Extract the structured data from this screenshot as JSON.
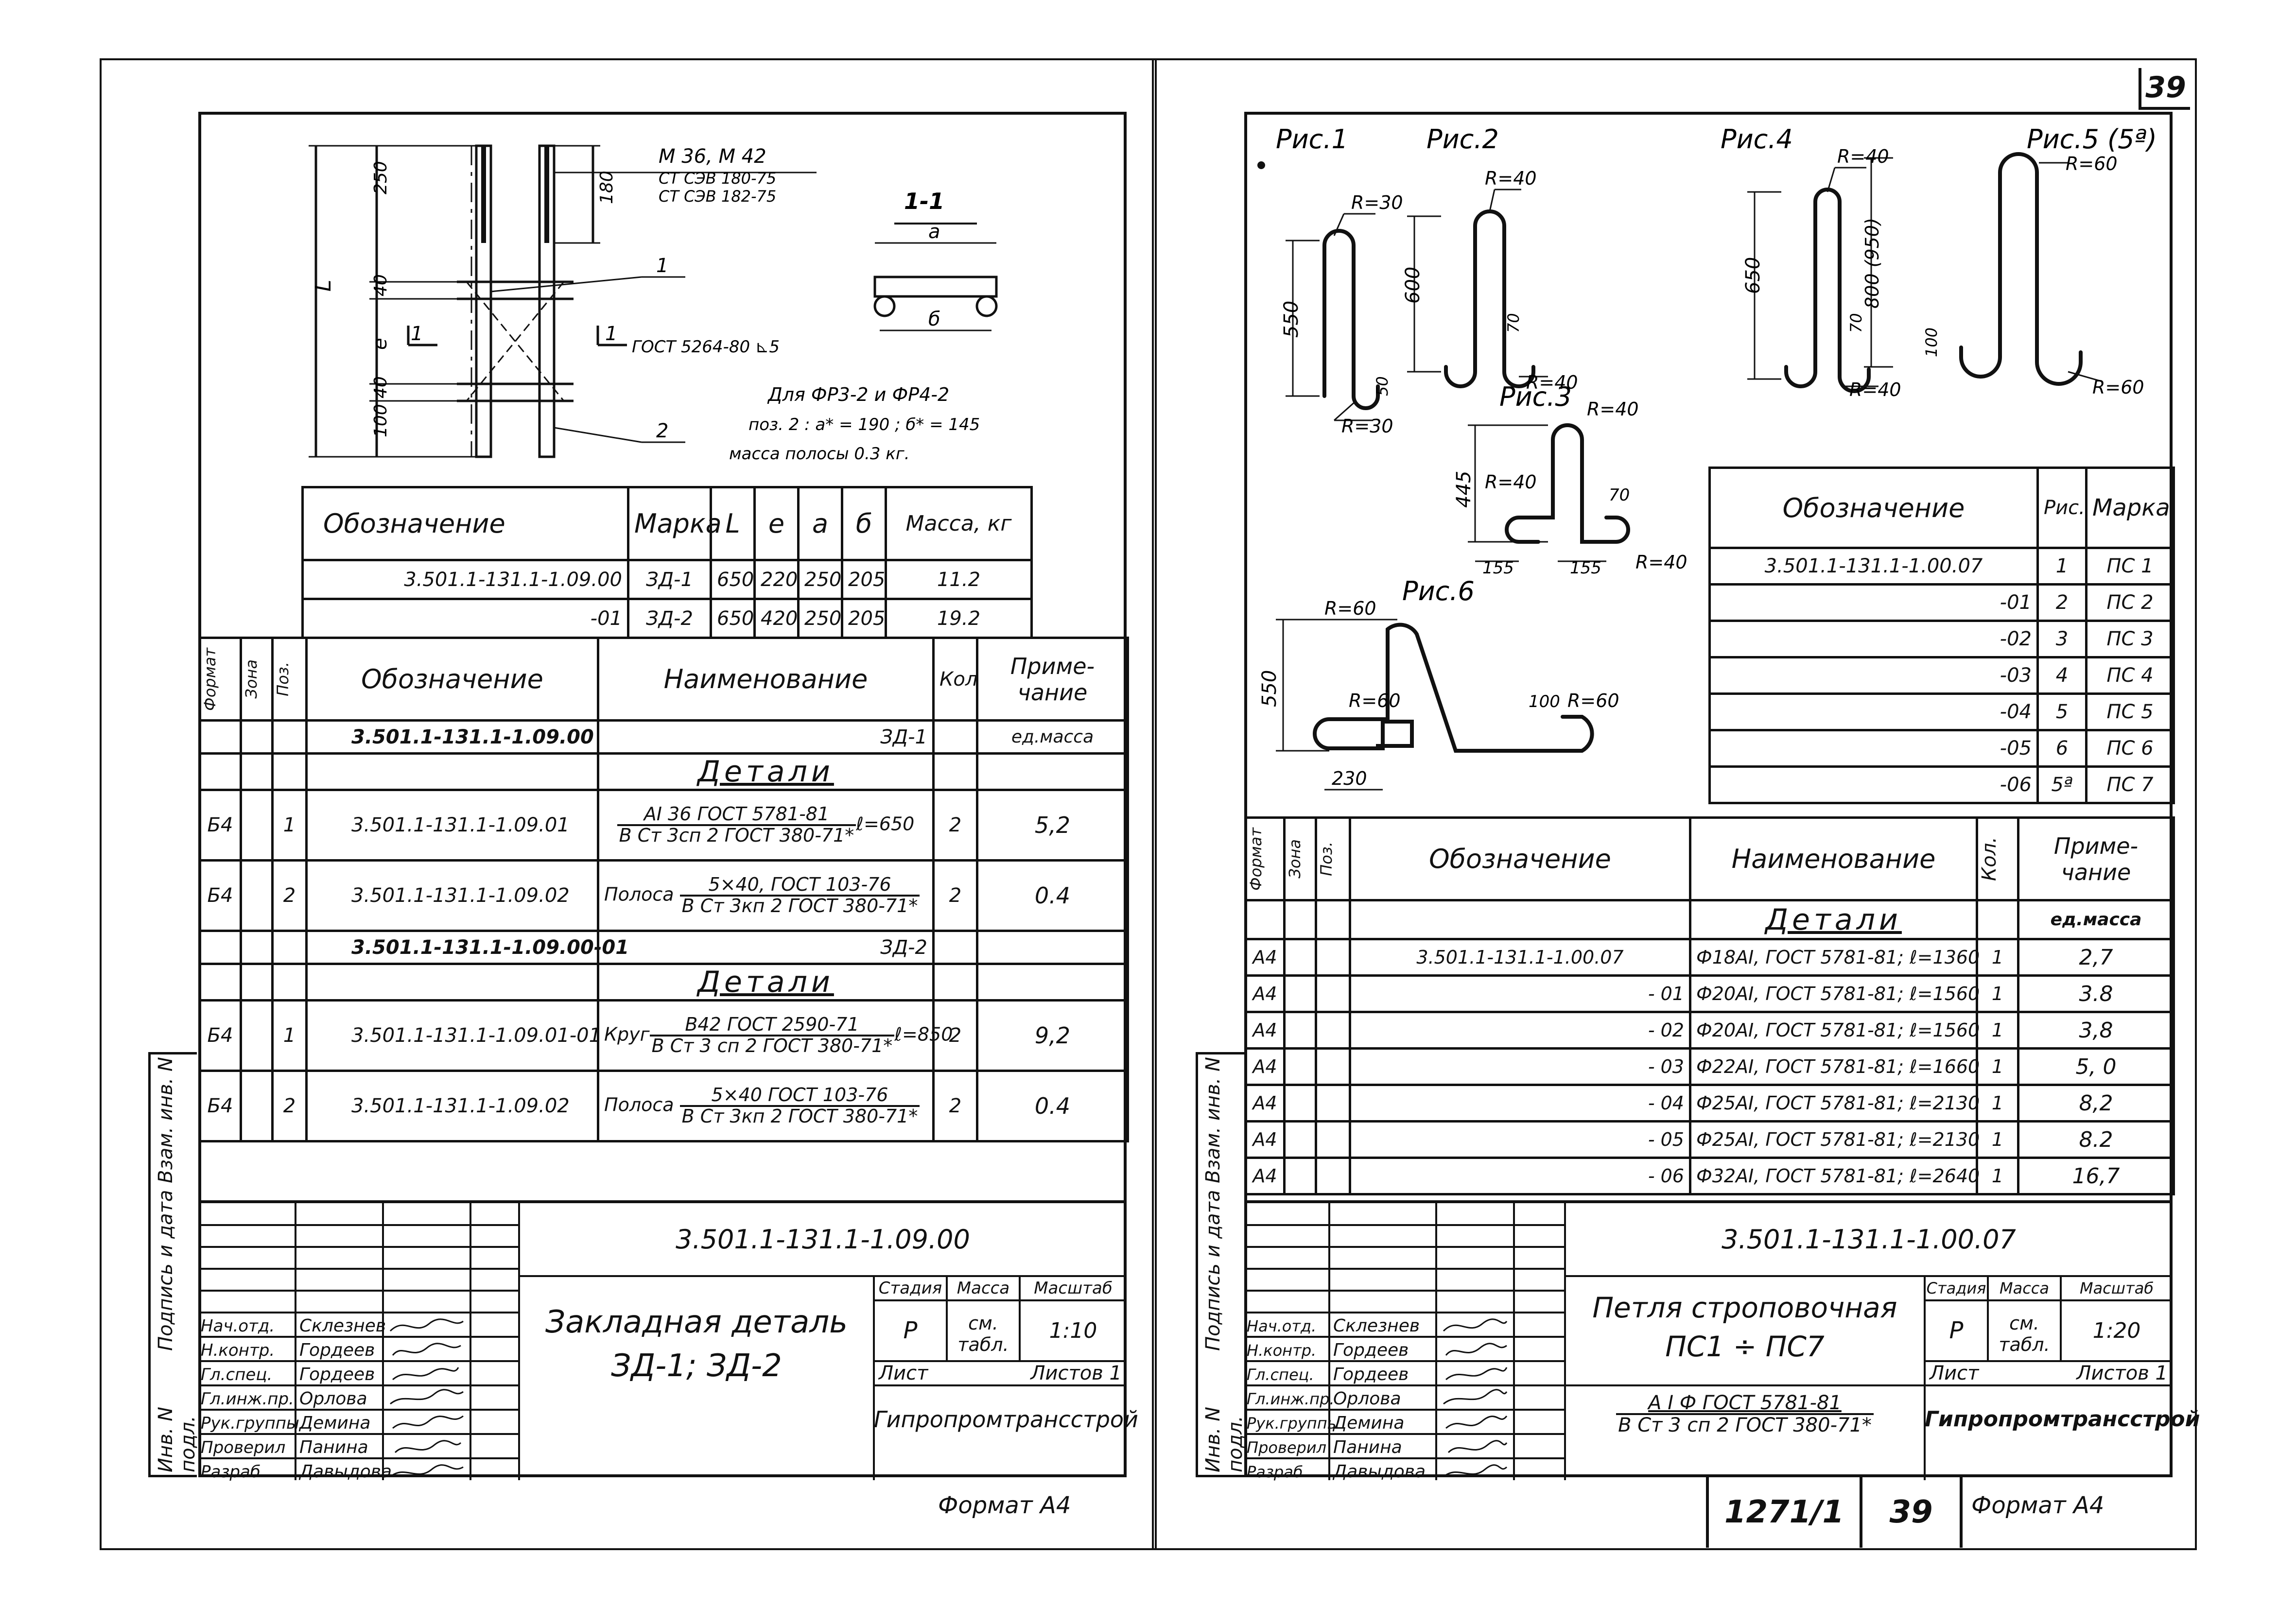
{
  "page_number": "39",
  "left": {
    "drawing": {
      "bolt_spec_1": "М 36, М 42",
      "bolt_spec_2": "СТ СЭВ 180-75",
      "bolt_spec_3": "СТ СЭВ 182-75",
      "dim_250": "250",
      "dim_180": "180",
      "dim_40a": "40",
      "dim_e": "е",
      "dim_40b": "40",
      "dim_100": "100",
      "dim_L": "L",
      "pos_1": "1",
      "pos_2": "2",
      "section_mark": "1",
      "section_label": "1-1",
      "sec_a": "а",
      "sec_b": "б",
      "weld_spec": "ГОСТ 5264-80 ⊾5",
      "note_1": "Для ФР3-2 и ФР4-2",
      "note_2": "поз. 2 : а* = 190 ; б* = 145",
      "note_3": "масса полосы 0.3 кг."
    },
    "variant_table": {
      "headers": [
        "Обозначение",
        "Марка",
        "L",
        "е",
        "а",
        "б",
        "Масса, кг"
      ],
      "rows": [
        [
          "3.501.1-131.1-1.09.00",
          "ЗД-1",
          "650",
          "220",
          "250",
          "205",
          "11.2"
        ],
        [
          "-01",
          "ЗД-2",
          "650",
          "420",
          "250",
          "205",
          "19.2"
        ]
      ]
    },
    "spec_table": {
      "h_format": "Формат",
      "h_zone": "Зона",
      "h_pos": "Поз.",
      "h_designation": "Обозначение",
      "h_name": "Наименование",
      "h_qty": "Кол",
      "h_note": "Приме-чание",
      "group1_designation": "3.501.1-131.1-1.09.00",
      "group1_name": "ЗД-1",
      "group1_note": "ед.масса",
      "section_details": "Детали",
      "r1_fmt": "Б4",
      "r1_pos": "1",
      "r1_des": "3.501.1-131.1-1.09.01",
      "r1_top": "АI  36  ГОСТ 5781-81",
      "r1_bot": "В Ст 3сп 2 ГОСТ 380-71*",
      "r1_len": "ℓ=650",
      "r1_qty": "2",
      "r1_note": "5,2",
      "r2_fmt": "Б4",
      "r2_pos": "2",
      "r2_des": "3.501.1-131.1-1.09.02",
      "r2_pre": "Полоса",
      "r2_top": "5×40, ГОСТ 103-76",
      "r2_bot": "В Ст 3кп 2 ГОСТ 380-71*",
      "r2_qty": "2",
      "r2_note": "0.4",
      "group2_designation": "3.501.1-131.1-1.09.00-01",
      "group2_name": "ЗД-2",
      "section_details2": "Детали",
      "r3_fmt": "Б4",
      "r3_pos": "1",
      "r3_des": "3.501.1-131.1-1.09.01-01",
      "r3_pre": "Круг",
      "r3_top": "В42 ГОСТ 2590-71",
      "r3_bot": "В Ст 3 сп 2 ГОСТ 380-71*",
      "r3_len": "ℓ=850",
      "r3_qty": "2",
      "r3_note": "9,2",
      "r4_fmt": "Б4",
      "r4_pos": "2",
      "r4_des": "3.501.1-131.1-1.09.02",
      "r4_pre": "Полоса",
      "r4_top": "5×40  ГОСТ 103-76",
      "r4_bot": "В Ст 3кп 2 ГОСТ 380-71*",
      "r4_qty": "2",
      "r4_note": "0.4"
    },
    "title_block": {
      "code": "3.501.1-131.1-1.09.00",
      "roles": [
        "Нач.отд.",
        "Н.контр.",
        "Гл.спец.",
        "Гл.инж.пр.",
        "Рук.группы",
        "Проверил",
        "Разраб."
      ],
      "names": [
        "Склезнев",
        "Гордеев",
        "Гордеев",
        "Орлова",
        "Демина",
        "Панина",
        "Давыдова"
      ],
      "title_1": "Закладная  деталь",
      "title_2": "ЗД-1;  ЗД-2",
      "h_stage": "Стадия",
      "h_mass": "Масса",
      "h_scale": "Масштаб",
      "stage": "Р",
      "mass": "см. табл.",
      "scale": "1:10",
      "sheet": "Лист",
      "sheets": "Листов 1",
      "org": "Гипропромтрансстрой"
    },
    "side_labels": [
      "Инв. N подл.",
      "Подпись и дата",
      "Взам. инв. N"
    ],
    "format": "Формат А4"
  },
  "right": {
    "figures": {
      "fig1": "Рис.1",
      "fig2": "Рис.2",
      "fig3": "Рис.3",
      "fig4": "Рис.4",
      "fig5": "Рис.5 (5ª)",
      "fig6": "Рис.6",
      "r30a": "R=30",
      "r30b": "R=30",
      "d550a": "550",
      "d50": "50",
      "r40a": "R=40",
      "r40b": "R=40",
      "d600": "600",
      "d70a": "70",
      "r40c": "R=40",
      "r40d": "R=40",
      "d650": "650",
      "d70b": "70",
      "r60a": "R=60",
      "r60b": "R=60",
      "d800": "800  (950)",
      "d100a": "100",
      "r40e": "R=40",
      "r40f": "R=40",
      "r40g": "R=40",
      "d445": "445",
      "d70c": "70",
      "d155a": "155",
      "d155b": "155",
      "r60c": "R=60",
      "r60d": "R=60",
      "r60e": "R=60",
      "d550b": "550",
      "d100b": "100",
      "d230": "230"
    },
    "mark_table": {
      "headers": [
        "Обозначение",
        "Рис.",
        "Марка"
      ],
      "rows": [
        [
          "3.501.1-131.1-1.00.07",
          "1",
          "ПС 1"
        ],
        [
          "-01",
          "2",
          "ПС 2"
        ],
        [
          "-02",
          "3",
          "ПС 3"
        ],
        [
          "-03",
          "4",
          "ПС 4"
        ],
        [
          "-04",
          "5",
          "ПС 5"
        ],
        [
          "-05",
          "6",
          "ПС 6"
        ],
        [
          "-06",
          "5ª",
          "ПС 7"
        ]
      ]
    },
    "spec_table": {
      "h_format": "Формат",
      "h_zone": "Зона",
      "h_pos": "Поз.",
      "h_designation": "Обозначение",
      "h_name": "Наименование",
      "h_qty": "Кол.",
      "h_note": "Приме-чание",
      "section_details": "Детали",
      "note_unit": "ед.масса",
      "rows": [
        [
          "А4",
          "3.501.1-131.1-1.00.07",
          "Ф18АI,  ГОСТ 5781-81; ℓ=1360",
          "1",
          "2,7"
        ],
        [
          "А4",
          "- 01",
          "Ф20АI,  ГОСТ 5781-81; ℓ=1560",
          "1",
          "3.8"
        ],
        [
          "А4",
          "- 02",
          "Ф20АI,  ГОСТ 5781-81; ℓ=1560",
          "1",
          "3,8"
        ],
        [
          "А4",
          "- 03",
          "Ф22АI,  ГОСТ 5781-81; ℓ=1660",
          "1",
          "5, 0"
        ],
        [
          "А4",
          "- 04",
          "Ф25АI,  ГОСТ 5781-81; ℓ=2130",
          "1",
          "8,2"
        ],
        [
          "А4",
          "- 05",
          "Ф25АI,  ГОСТ 5781-81; ℓ=2130",
          "1",
          "8.2"
        ],
        [
          "А4",
          "- 06",
          "Ф32АI,  ГОСТ 5781-81; ℓ=2640",
          "1",
          "16,7"
        ]
      ]
    },
    "title_block": {
      "code": "3.501.1-131.1-1.00.07",
      "roles": [
        "Нач.отд.",
        "Н.контр.",
        "Гл.спец.",
        "Гл.инж.пр.",
        "Рук.группы",
        "Проверил",
        "Разраб."
      ],
      "names": [
        "Склезнев",
        "Гордеев",
        "Гордеев",
        "Орлова",
        "Демина",
        "Панина",
        "Давыдова"
      ],
      "title_1": "Петля  строповочная",
      "title_2": "ПС1 ÷ ПС7",
      "material_top": "А I  Ф  ГОСТ 5781-81",
      "material_bot": "В Ст 3 сп 2 ГОСТ 380-71*",
      "h_stage": "Стадия",
      "h_mass": "Масса",
      "h_scale": "Масштаб",
      "stage": "Р",
      "mass": "см. табл.",
      "scale": "1:20",
      "sheet": "Лист",
      "sheets": "Листов 1",
      "org": "Гипропромтрансстрой"
    },
    "side_labels": [
      "Инв. N подл.",
      "Подпись и дата",
      "Взам. инв. N"
    ],
    "album_code": "1271/1",
    "album_page": "39",
    "format": "Формат А4"
  }
}
